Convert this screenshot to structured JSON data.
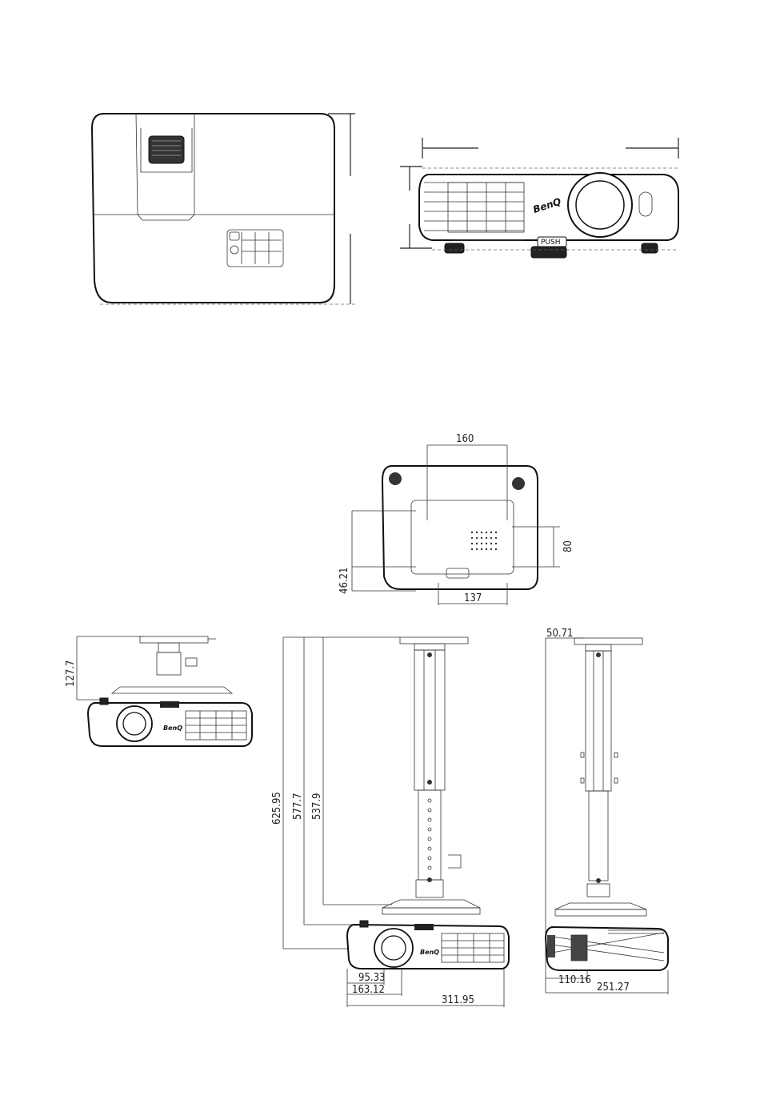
{
  "brand": "BenQ",
  "push_label": "PUSH",
  "dimensions": {
    "bottom_width": "160",
    "bottom_right_height": "80",
    "bottom_left_offset": "46.21",
    "bottom_mount_width": "137",
    "mount_short_height": "127.7",
    "mount_h1": "625.95",
    "mount_h2": "577.7",
    "mount_h3": "537.9",
    "front_w1": "95.33",
    "front_w2": "163.12",
    "front_w3": "311.95",
    "side_top": "50.71",
    "side_w1": "110.16",
    "side_w2": "251.27"
  }
}
